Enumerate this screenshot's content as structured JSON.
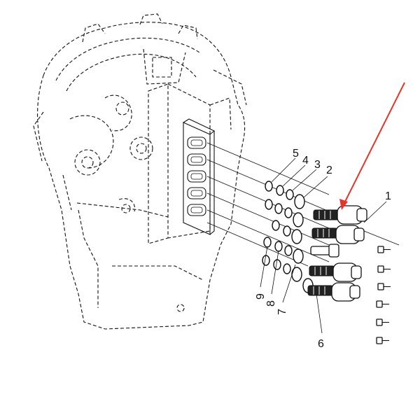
{
  "accent_color": "#e8332a",
  "callouts": {
    "c1": "1",
    "c2": "2",
    "c3": "3",
    "c4": "4",
    "c5": "5",
    "c6": "6",
    "c7": "7",
    "c8": "8",
    "c9": "9"
  }
}
